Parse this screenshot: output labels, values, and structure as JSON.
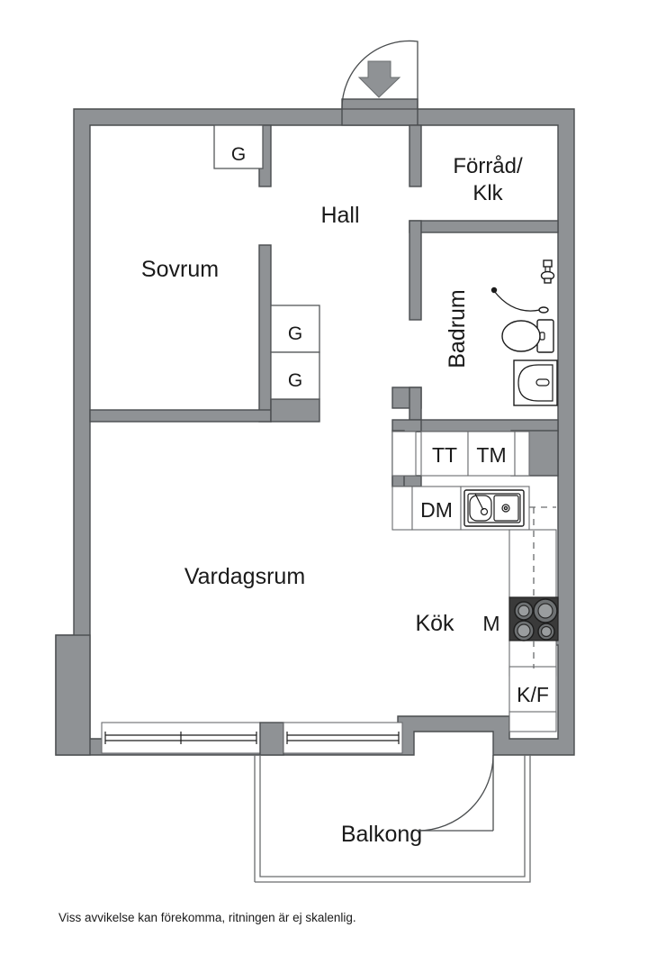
{
  "document": {
    "type": "floor-plan",
    "language": "sv",
    "footnote": "Viss avvikelse kan förekomma, ritningen är ej skalenlig."
  },
  "rooms": [
    {
      "id": "sovrum",
      "label": "Sovrum",
      "orientation": "horizontal"
    },
    {
      "id": "hall",
      "label": "Hall",
      "orientation": "horizontal"
    },
    {
      "id": "forrad",
      "label_line1": "Förråd/",
      "label_line2": "Klk",
      "orientation": "horizontal"
    },
    {
      "id": "badrum",
      "label": "Badrum",
      "orientation": "vertical"
    },
    {
      "id": "vardagsrum",
      "label": "Vardagsrum",
      "orientation": "horizontal"
    },
    {
      "id": "kok",
      "label": "Kök",
      "orientation": "horizontal"
    },
    {
      "id": "balkong",
      "label": "Balkong",
      "orientation": "horizontal"
    }
  ],
  "closets": [
    {
      "id": "g-hall",
      "label": "G"
    },
    {
      "id": "g-sovrum-1",
      "label": "G"
    },
    {
      "id": "g-sovrum-2",
      "label": "G"
    }
  ],
  "appliances": [
    {
      "id": "tt",
      "label": "TT",
      "meaning": "torktumlare"
    },
    {
      "id": "tm",
      "label": "TM",
      "meaning": "tvättmaskin"
    },
    {
      "id": "dm",
      "label": "DM",
      "meaning": "diskmaskin"
    },
    {
      "id": "m",
      "label": "M",
      "meaning": "mikro"
    },
    {
      "id": "kf",
      "label": "K/F",
      "meaning": "kyl/frys"
    }
  ],
  "fixtures": [
    {
      "id": "sink",
      "name": "kitchen-sink-icon"
    },
    {
      "id": "cooktop",
      "name": "cooktop-icon"
    },
    {
      "id": "toilet",
      "name": "toilet-icon"
    },
    {
      "id": "washbasin",
      "name": "washbasin-icon"
    },
    {
      "id": "shower",
      "name": "shower-icon"
    },
    {
      "id": "hand-shower",
      "name": "hand-shower-icon"
    }
  ],
  "doors": [
    {
      "id": "entrance",
      "name": "entrance-door",
      "indicator": "entry-arrow-icon"
    },
    {
      "id": "balcony",
      "name": "balcony-door"
    }
  ],
  "windows": [
    {
      "id": "window-left",
      "name": "window"
    },
    {
      "id": "window-right",
      "name": "window"
    }
  ],
  "colors": {
    "wall_fill": "#8f9295",
    "wall_stroke": "#4a4d4f",
    "room_fill": "#ffffff",
    "cooktop": "#3a3a3a",
    "text": "#1a1a1a",
    "background": "#ffffff"
  }
}
